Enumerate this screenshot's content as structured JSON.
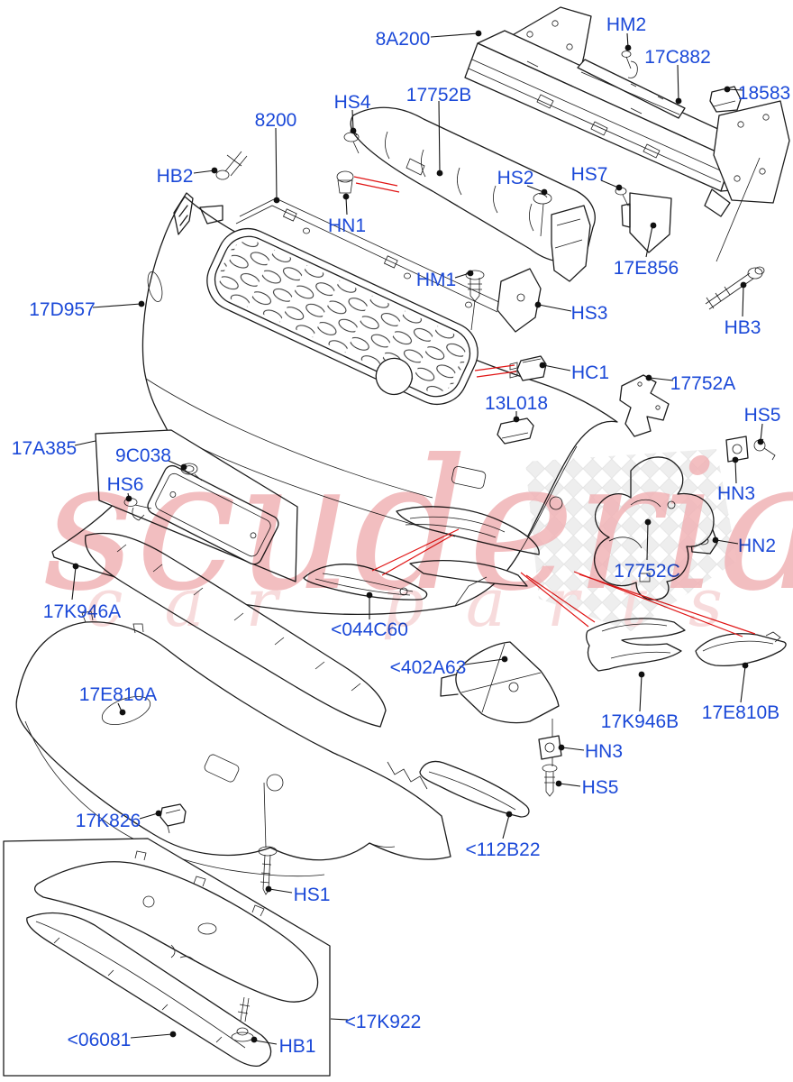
{
  "watermark": {
    "brand": "scuderia",
    "tagline": "car parts"
  },
  "colors": {
    "label_blue": "#1b49d8",
    "line_black": "#1c1c1c",
    "leader_red": "#e01414",
    "watermark_pink": "#f0b3b6",
    "checker_gray": "#e0e0e0"
  },
  "parts": {
    "p_8a200": "8A200",
    "p_hm2": "HM2",
    "p_17c882": "17C882",
    "p_18583": "18583",
    "p_hs4": "HS4",
    "p_17752b": "17752B",
    "p_8200": "8200",
    "p_hb2": "HB2",
    "p_hs2": "HS2",
    "p_hs7": "HS7",
    "p_hn1": "HN1",
    "p_17e856": "17E856",
    "p_hm1": "HM1",
    "p_hs3": "HS3",
    "p_hb3": "HB3",
    "p_17d957": "17D957",
    "p_hc1": "HC1",
    "p_13l018": "13L018",
    "p_17752a": "17752A",
    "p_hs5_right": "HS5",
    "p_17a385": "17A385",
    "p_9c038": "9C038",
    "p_hs6": "HS6",
    "p_hn3_right": "HN3",
    "p_hn2": "HN2",
    "p_17752c": "17752C",
    "p_17k946a": "17K946A",
    "p_044c60": "<044C60",
    "p_402a63": "<402A63",
    "p_17e810a": "17E810A",
    "p_17k946b": "17K946B",
    "p_17e810b": "17E810B",
    "p_hn3_bottom": "HN3",
    "p_hs5_bottom": "HS5",
    "p_17k826": "17K826",
    "p_112b22": "<112B22",
    "p_hs1": "HS1",
    "p_17k922": "<17K922",
    "p_06081": "<06081",
    "p_hb1": "HB1"
  }
}
